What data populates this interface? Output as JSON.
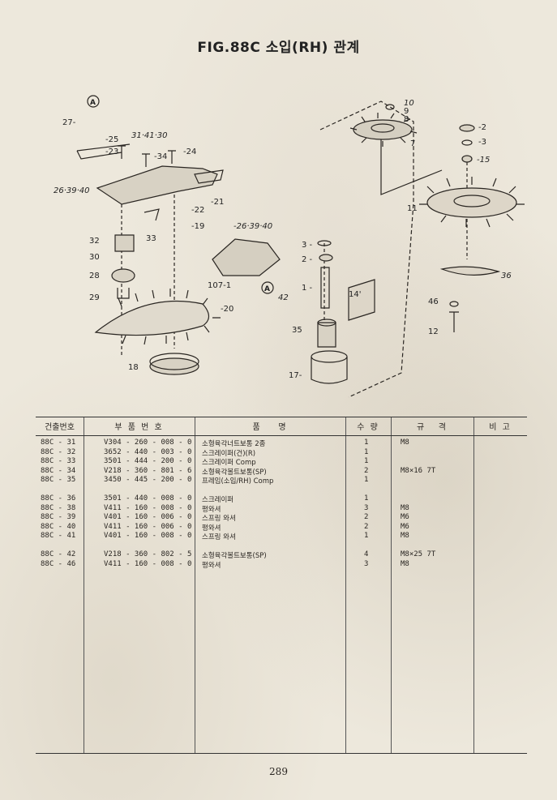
{
  "title": "FIG.88C 소입(RH) 관계",
  "diagram": {
    "callouts": [
      "27",
      "25",
      "23",
      "26·39·40",
      "31·41·30",
      "34",
      "24",
      "21",
      "22",
      "19",
      "33",
      "32",
      "30",
      "28",
      "29",
      "20",
      "18",
      "26·39·40",
      "107-1",
      "42",
      "3",
      "2",
      "1",
      "14",
      "35",
      "17",
      "10",
      "9",
      "8",
      "7",
      "2",
      "3",
      "15",
      "11",
      "36",
      "46",
      "12"
    ],
    "markers": [
      "A",
      "A"
    ]
  },
  "table": {
    "headers": {
      "no": "건출번호",
      "part": "부 품 번 호",
      "name": "품    명",
      "qty": "수 량",
      "spec": "규   격",
      "note": "비 고"
    },
    "rows": [
      {
        "no": "88C - 31",
        "part": "V304 - 260 - 008 - 0",
        "name": "소형육각너트보통 2종",
        "qty": "1",
        "spec": "M8"
      },
      {
        "no": "88C - 32",
        "part": "3652 - 440 - 003 - 0",
        "name": "스크레이퍼(건)(R)",
        "qty": "1",
        "spec": ""
      },
      {
        "no": "88C - 33",
        "part": "3501 - 444 - 200 - 0",
        "name": "스크레이퍼 Comp",
        "qty": "1",
        "spec": ""
      },
      {
        "no": "88C - 34",
        "part": "V218 - 360 - 801 - 6",
        "name": "소형육각볼트보통(SP)",
        "qty": "2",
        "spec": "M8×16 7T"
      },
      {
        "no": "88C - 35",
        "part": "3450 - 445 - 200 - 0",
        "name": "프레임(소입/RH) Comp",
        "qty": "1",
        "spec": ""
      },
      {
        "no": "88C - 36",
        "part": "3501 - 440 - 008 - 0",
        "name": "스크레이퍼",
        "qty": "1",
        "spec": ""
      },
      {
        "no": "88C - 38",
        "part": "V411 - 160 - 008 - 0",
        "name": "평와셔",
        "qty": "3",
        "spec": "M8"
      },
      {
        "no": "88C - 39",
        "part": "V401 - 160 - 006 - 0",
        "name": "스프링 와셔",
        "qty": "2",
        "spec": "M6"
      },
      {
        "no": "88C - 40",
        "part": "V411 - 160 - 006 - 0",
        "name": "평와셔",
        "qty": "2",
        "spec": "M6"
      },
      {
        "no": "88C - 41",
        "part": "V401 - 160 - 008 - 0",
        "name": "스프링 와셔",
        "qty": "1",
        "spec": "M8"
      },
      {
        "no": "88C - 42",
        "part": "V218 - 360 - 802 - 5",
        "name": "소형육각볼트보통(SP)",
        "qty": "4",
        "spec": "M8×25 7T"
      },
      {
        "no": "88C - 46",
        "part": "V411 - 160 - 008 - 0",
        "name": "평와셔",
        "qty": "3",
        "spec": "M8"
      }
    ]
  },
  "page_number": "289"
}
